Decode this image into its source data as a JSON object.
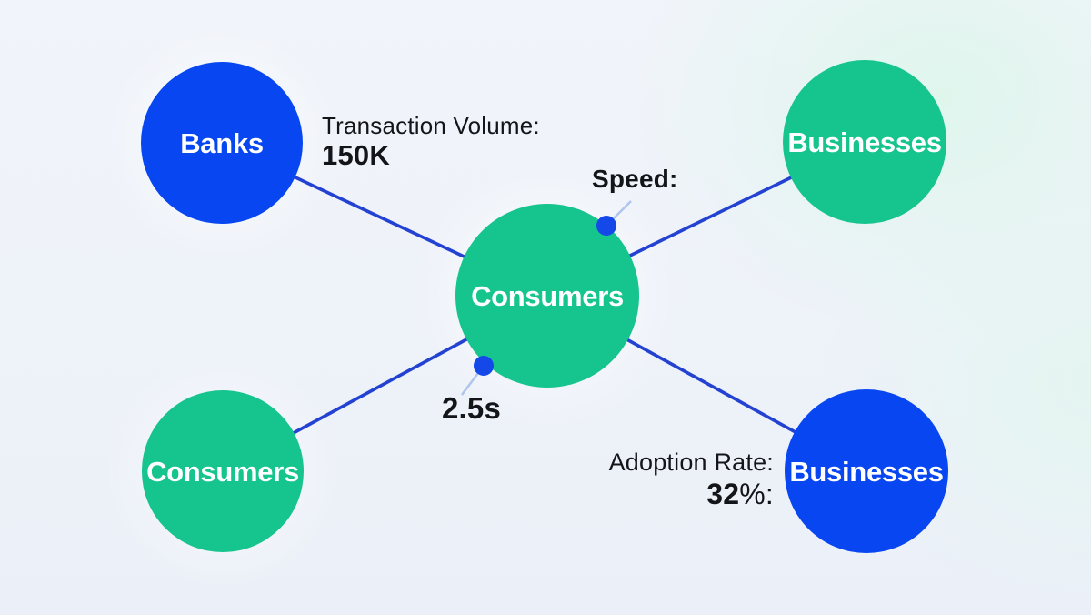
{
  "colors": {
    "blue": "#0746f0",
    "green": "#16c48d",
    "edge": "#2342d2",
    "dot": "#1448e9",
    "connector": "#aec5ee",
    "node_text": "#ffffff",
    "annotation_text": "#141519"
  },
  "nodes": {
    "banks": {
      "label": "Banks",
      "color": "#0746f0"
    },
    "businesses_top_right": {
      "label": "Businesses",
      "color": "#16c48d"
    },
    "consumers_center": {
      "label": "Consumers",
      "color": "#16c48d"
    },
    "consumers_bottom_left": {
      "label": "Consumers",
      "color": "#16c48d"
    },
    "businesses_bottom_right": {
      "label": "Businesses",
      "color": "#0746f0"
    }
  },
  "edges": [
    {
      "from": "banks",
      "to": "consumers_center",
      "annotation": "transaction_volume"
    },
    {
      "from": "businesses_top_right",
      "to": "consumers_center",
      "annotation": "speed"
    },
    {
      "from": "consumers_bottom_left",
      "to": "consumers_center",
      "annotation": "speed"
    },
    {
      "from": "businesses_bottom_right",
      "to": "consumers_center",
      "annotation": "adoption_rate"
    }
  ],
  "annotations": {
    "transaction_volume": {
      "label": "Transaction Volume:",
      "value": "150K"
    },
    "speed": {
      "label": "Speed:",
      "value": "2.5s"
    },
    "adoption_rate": {
      "label": "Adoption Rate:",
      "value_number": "32",
      "value_suffix": "%:"
    }
  }
}
